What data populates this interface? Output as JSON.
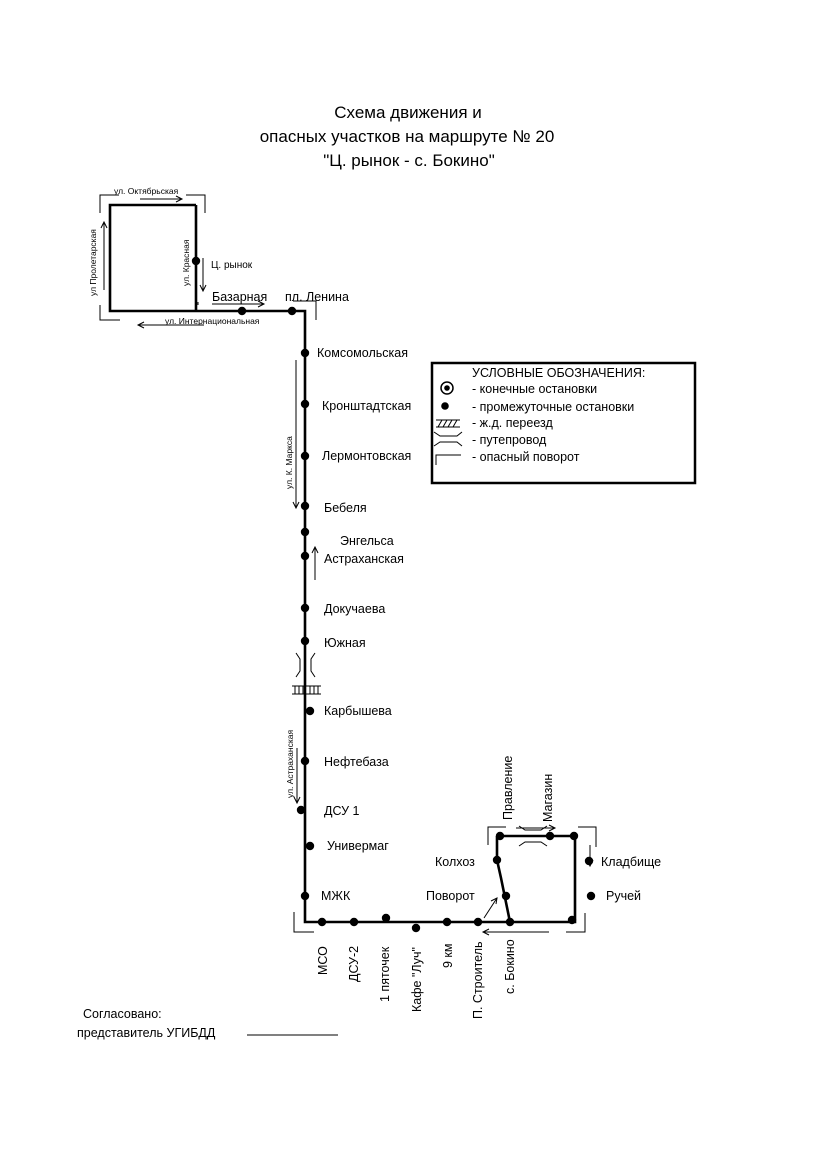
{
  "title": {
    "line1": "Схема движения и",
    "line2": "опасных участков на маршруте № 20",
    "line3": "\"Ц. рынок - с. Бокино\""
  },
  "streets": {
    "oktyabrskaya": "ул. Октябрьская",
    "proletarskaya": "ул Пролетарская",
    "krasnaya": "ул. Красная",
    "internatsionalnaya": "ул. Интернациональная",
    "k_marksa": "ул. К. Маркса",
    "astrakhanskaya": "ул. Астраханская"
  },
  "stops": {
    "ts_rynok": "Ц. рынок",
    "bazarnaya": "Базарная",
    "pl_lenina": "пл. Ленина",
    "komsomolskaya": "Комсомольская",
    "kronshtadtskaya": "Кронштадтская",
    "lermontovskaya": "Лермонтовская",
    "bebelya": "Бебеля",
    "engelsa": "Энгельса",
    "astrakhanskaya": "Астраханская",
    "dokuchaeva": "Докучаева",
    "yuzhnaya": "Южная",
    "karbysheva": "Карбышева",
    "neftebaza": "Нефтебаза",
    "dsu1": "ДСУ 1",
    "univermag": "Универмаг",
    "mzhk": "МЖК",
    "mso": "МСО",
    "dsu2": "ДСУ-2",
    "pyatochek": "1 пяточек",
    "kafe_luch": "Кафе \"Луч\"",
    "km9": "9 км",
    "p_stroitel": "П. Строитель",
    "s_bokino": "с. Бокино",
    "povorot": "Поворот",
    "kolkhoz": "Колхоз",
    "pravlenie": "Правление",
    "magazin": "Магазин",
    "kladbishche": "Кладбище",
    "ruchey": "Ручей"
  },
  "legend": {
    "title": "УСЛОВНЫЕ ОБОЗНАЧЕНИЯ:",
    "items": [
      {
        "icon": "terminal-stop-icon",
        "label": "- конечные остановки"
      },
      {
        "icon": "intermediate-stop-icon",
        "label": "- промежуточные остановки"
      },
      {
        "icon": "railway-crossing-icon",
        "label": "- ж.д. переезд"
      },
      {
        "icon": "overpass-icon",
        "label": "- путепровод"
      },
      {
        "icon": "dangerous-turn-icon",
        "label": "- опасный поворот"
      }
    ]
  },
  "footer": {
    "agreed": "Согласовано:",
    "representative": "представитель УГИБДД"
  },
  "colors": {
    "ink": "#000000",
    "paper": "#ffffff"
  }
}
